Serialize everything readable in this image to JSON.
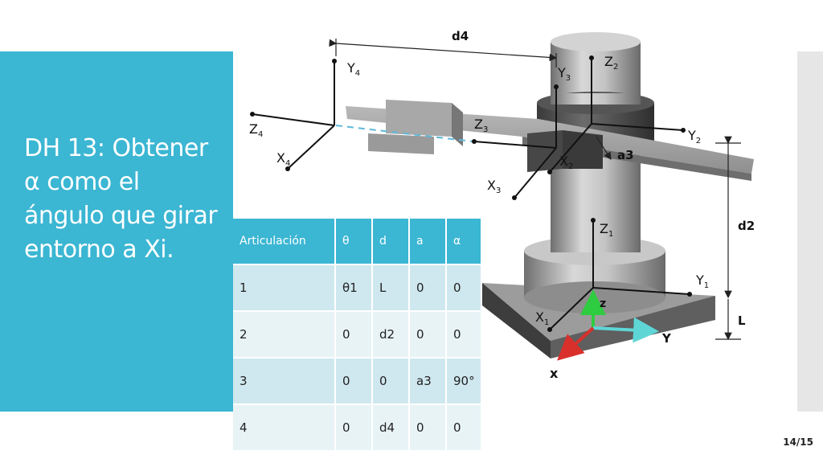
{
  "slide": {
    "title": "DH 13: Obtener α como el ángulo que girar entorno a Xi.",
    "page_number": "14/15"
  },
  "table": {
    "headers": [
      "Articulación",
      "θ",
      "d",
      "a",
      "α"
    ],
    "rows": [
      [
        "1",
        "θ1",
        "L",
        "0",
        "0"
      ],
      [
        "2",
        "0",
        "d2",
        "0",
        "0"
      ],
      [
        "3",
        "0",
        "0",
        "a3",
        "90°"
      ],
      [
        "4",
        "0",
        "d4",
        "0",
        "0"
      ]
    ]
  },
  "diagram": {
    "dims": {
      "d4": "d4",
      "a3": "a3",
      "d2": "d2",
      "L": "L"
    },
    "axes": {
      "y4": "Y",
      "y4_sub": "4",
      "z4": "Z",
      "z4_sub": "4",
      "x4": "X",
      "x4_sub": "4",
      "y3": "Y",
      "y3_sub": "3",
      "z3": "Z",
      "z3_sub": "3",
      "x3": "X",
      "x3_sub": "3",
      "z2": "Z",
      "z2_sub": "2",
      "y2": "Y",
      "y2_sub": "2",
      "x2": "X",
      "x2_sub": "2",
      "z1": "Z",
      "z1_sub": "1",
      "y1": "Y",
      "y1_sub": "1",
      "x1": "X",
      "x1_sub": "1",
      "base_z": "z",
      "base_y": "Y",
      "base_x": "x"
    }
  },
  "colors": {
    "accent": "#3bb6d3",
    "table_row_odd": "#cfe8ef",
    "table_row_even": "#e8f3f6",
    "base_z_arrow": "#2ecc40",
    "base_y_arrow": "#5fd6d6",
    "base_x_arrow": "#d9302c"
  }
}
